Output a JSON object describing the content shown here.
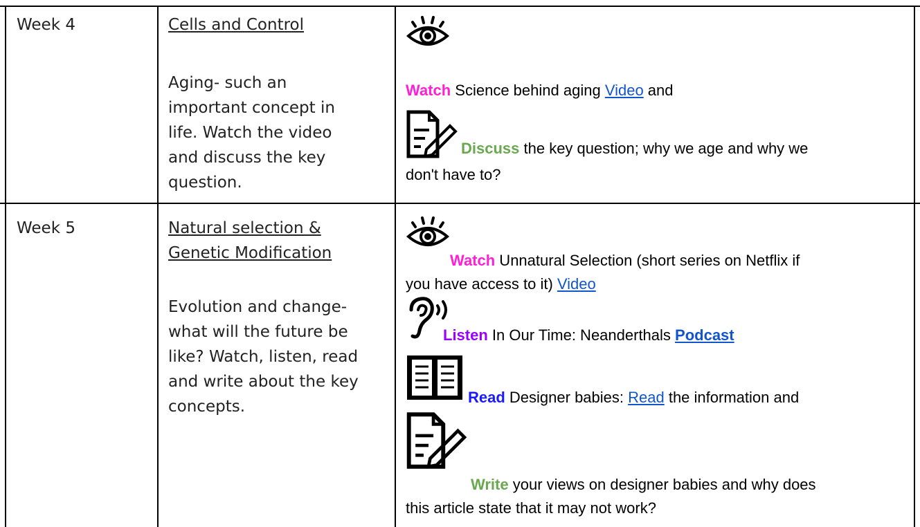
{
  "rows": [
    {
      "week": "Week 4",
      "topic": "Cells and Control",
      "summary": [
        "Aging- such an",
        "important concept in",
        "life. Watch the video",
        "and discuss the key",
        "question."
      ],
      "activities": {
        "watch": {
          "keyword": "Watch",
          "text": " Science behind aging ",
          "link": "Video",
          "after": " and"
        },
        "discuss": {
          "keyword": "Discuss",
          "text": " the key question; why we age and why we",
          "line2": "don't have to?"
        }
      }
    },
    {
      "week": "Week 5",
      "topic_lines": [
        "Natural selection &",
        "Genetic Modification"
      ],
      "summary": [
        "Evolution and change-",
        "what will the future be",
        "like? Watch, listen, read",
        "and write about the key",
        "concepts."
      ],
      "activities": {
        "watch": {
          "keyword": "Watch",
          "text": " Unnatural Selection (short series on Netflix if",
          "line2": "you have access to it) ",
          "link": "Video"
        },
        "listen": {
          "keyword": "Listen",
          "text": " In Our Time: Neanderthals ",
          "link": "Podcast"
        },
        "read": {
          "keyword": "Read",
          "text": " Designer babies: ",
          "link": "Read",
          "after": " the information and"
        },
        "write": {
          "keyword": "Write",
          "text": " your views on designer babies and why does",
          "line2": "this article  state that it may not work?"
        }
      }
    }
  ],
  "icons": [
    "eye-icon",
    "document-pencil-icon",
    "ear-icon",
    "book-icon"
  ]
}
